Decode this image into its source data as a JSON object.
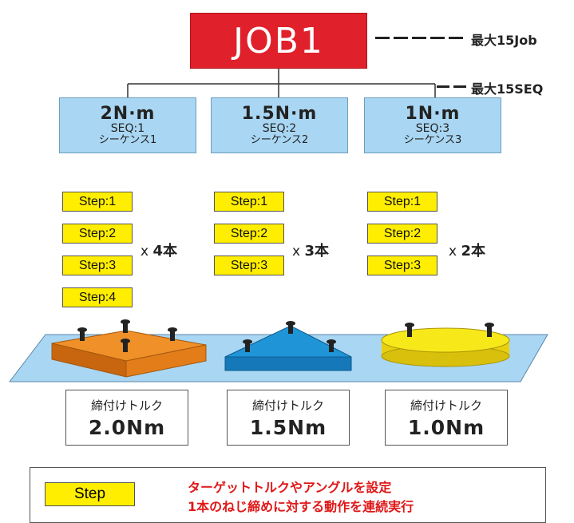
{
  "job": {
    "label": "JOB1",
    "max_job_note": "最大15Job",
    "max_seq_note": "最大15SEQ"
  },
  "sequences": [
    {
      "torque": "2N·m",
      "id": "SEQ:1",
      "name": "シーケンス1",
      "steps": [
        "Step:1",
        "Step:2",
        "Step:3",
        "Step:4"
      ],
      "multiplier": "x",
      "count": "4本",
      "caption": "締付けトルク",
      "value": "2.0Nm"
    },
    {
      "torque": "1.5N·m",
      "id": "SEQ:2",
      "name": "シーケンス2",
      "steps": [
        "Step:1",
        "Step:2",
        "Step:3"
      ],
      "multiplier": "x",
      "count": "3本",
      "caption": "締付けトルク",
      "value": "1.5Nm"
    },
    {
      "torque": "1N·m",
      "id": "SEQ:3",
      "name": "シーケンス3",
      "steps": [
        "Step:1",
        "Step:2",
        "Step:3"
      ],
      "multiplier": "x",
      "count": "2本",
      "caption": "締付けトルク",
      "value": "1.0Nm"
    }
  ],
  "legend": {
    "step_label": "Step",
    "line1": "ターゲットトルクやアングルを設定",
    "line2": "1本のねじ締めに対する動作を連続実行"
  },
  "colors": {
    "job": "#e0202a",
    "seq": "#a9d6f2",
    "step": "#ffee00",
    "plate": "#a9d6f2",
    "workpiece_square": "#e97e1c",
    "workpiece_triangle": "#1a8fd0",
    "workpiece_circle": "#f3e21a",
    "legend_text": "#e01818"
  }
}
